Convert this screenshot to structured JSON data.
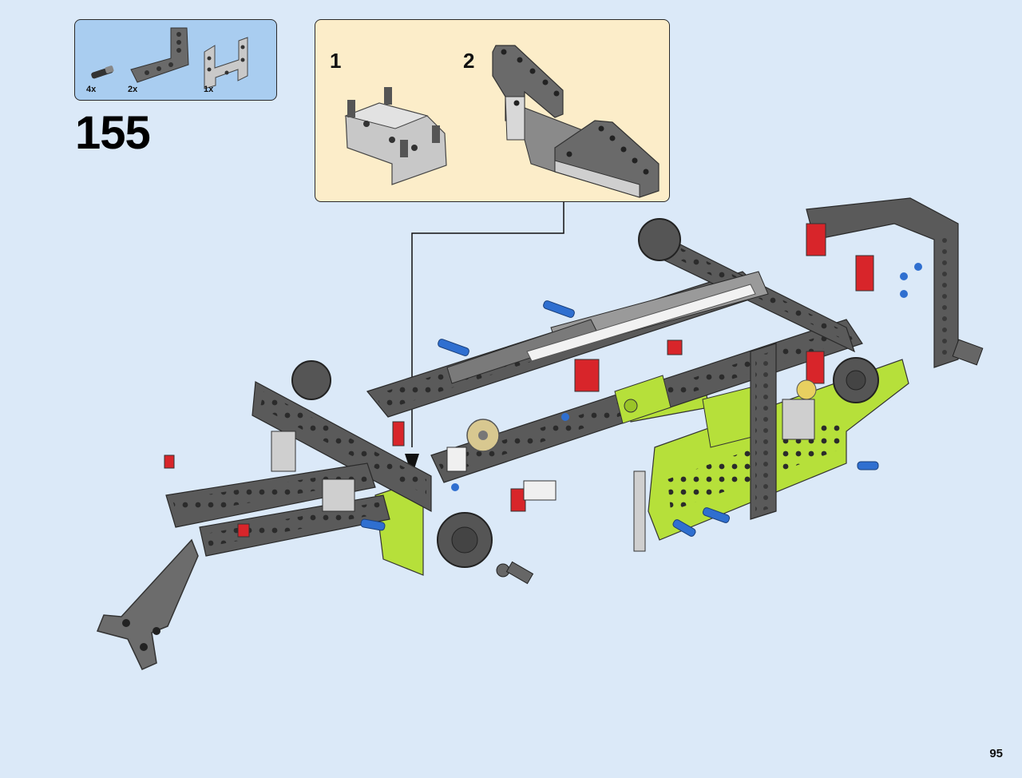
{
  "parts_list": {
    "items": [
      {
        "quantity": "4x",
        "icon": "axle-pin-connector-icon"
      },
      {
        "quantity": "2x",
        "icon": "l-shaped-beam-icon"
      },
      {
        "quantity": "1x",
        "icon": "frame-beam-icon"
      }
    ]
  },
  "step": {
    "number": "155"
  },
  "sub_steps": [
    {
      "label": "1"
    },
    {
      "label": "2"
    }
  ],
  "page": {
    "number": "95"
  },
  "colors": {
    "page_background": "#dbe9f8",
    "parts_background": "#a9cdf0",
    "substep_background": "#fcedc9",
    "dark_gray": "#5a5a5a",
    "light_gray": "#c8c8c8",
    "lime": "#b6e03a",
    "red": "#d8252a",
    "blue": "#2f6fd0"
  }
}
